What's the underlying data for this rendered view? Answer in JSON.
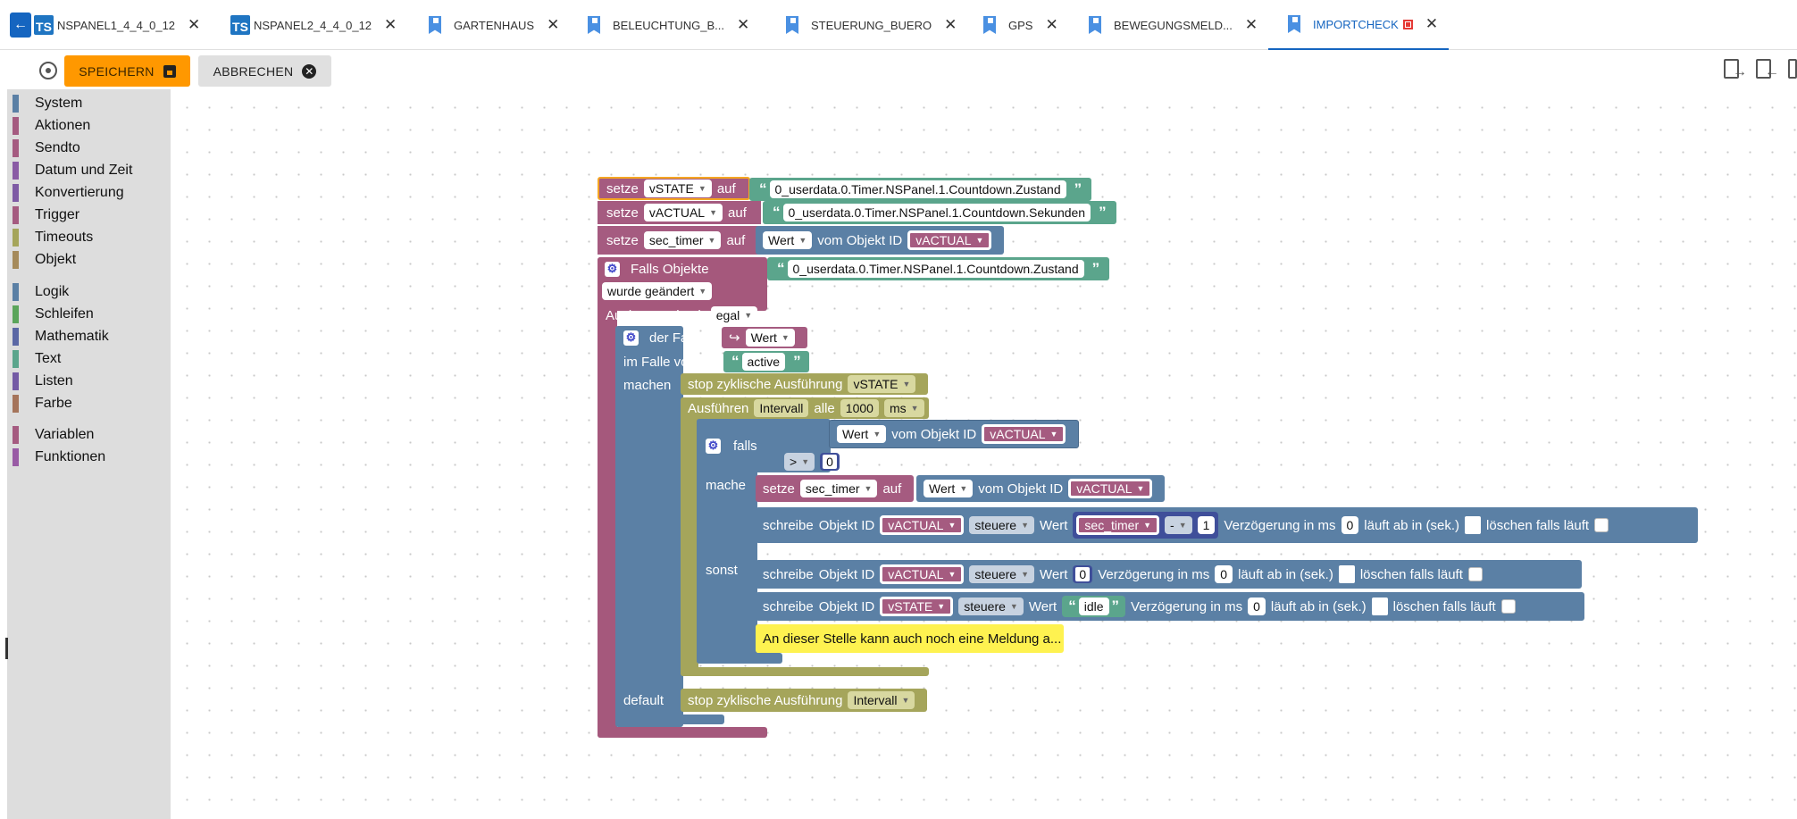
{
  "tabs": [
    {
      "label": "NSPANEL1_4_4_0_12",
      "icon": "ts-icon",
      "active": false
    },
    {
      "label": "NSPANEL2_4_4_0_12",
      "icon": "ts-icon",
      "active": false
    },
    {
      "label": "GARTENHAUS",
      "icon": "blockly-icon",
      "active": false
    },
    {
      "label": "BELEUCHTUNG_B...",
      "icon": "blockly-icon",
      "active": false
    },
    {
      "label": "STEUERUNG_BUERO",
      "icon": "blockly-icon",
      "active": false
    },
    {
      "label": "GPS",
      "icon": "blockly-icon",
      "active": false
    },
    {
      "label": "BEWEGUNGSMELD...",
      "icon": "blockly-icon",
      "active": false
    },
    {
      "label": "IMPORTCHECK",
      "icon": "blockly-icon",
      "active": true
    }
  ],
  "toolbar": {
    "save_label": "SPEICHERN",
    "cancel_label": "ABBRECHEN",
    "accent": "#ff9800"
  },
  "sidebar": {
    "categories": [
      {
        "label": "System",
        "color": "#5b80a5"
      },
      {
        "label": "Aktionen",
        "color": "#a55b80"
      },
      {
        "label": "Sendto",
        "color": "#a55b80"
      },
      {
        "label": "Datum und Zeit",
        "color": "#8a5ba5"
      },
      {
        "label": "Konvertierung",
        "color": "#7e5ba5"
      },
      {
        "label": "Trigger",
        "color": "#a55b80"
      },
      {
        "label": "Timeouts",
        "color": "#a5a55b"
      },
      {
        "label": "Objekt",
        "color": "#a58a5b"
      },
      {
        "label": "Logik",
        "color": "#5b80a5"
      },
      {
        "label": "Schleifen",
        "color": "#5ba55b"
      },
      {
        "label": "Mathematik",
        "color": "#5b67a5"
      },
      {
        "label": "Text",
        "color": "#5ba58c"
      },
      {
        "label": "Listen",
        "color": "#745ba5"
      },
      {
        "label": "Farbe",
        "color": "#a5745b"
      },
      {
        "label": "Variablen",
        "color": "#a55b80"
      },
      {
        "label": "Funktionen",
        "color": "#995ba5"
      }
    ]
  },
  "blocks": {
    "set1": {
      "setze": "setze",
      "var": "vSTATE",
      "auf": "auf",
      "text": "0_userdata.0.Timer.NSPanel.1.Countdown.Zustand"
    },
    "set2": {
      "setze": "setze",
      "var": "vACTUAL",
      "auf": "auf",
      "text": "0_userdata.0.Timer.NSPanel.1.Countdown.Sekunden"
    },
    "set3": {
      "setze": "setze",
      "var": "sec_timer",
      "auf": "auf",
      "wert": "Wert",
      "vom": "vom Objekt ID",
      "obj": "vACTUAL"
    },
    "trigger": {
      "title": "Falls Objekte",
      "text": "0_userdata.0.Timer.NSPanel.1.Countdown.Zustand",
      "changed": "wurde geändert",
      "ausl": "Auslösung durch",
      "egal": "egal"
    },
    "switch": {
      "fall": "der Fall ist",
      "wert": "Wert",
      "im_falle": "im Falle von",
      "active": "active",
      "machen": "machen",
      "default": "default"
    },
    "stop1": {
      "label": "stop zyklische Ausführung",
      "var": "vSTATE"
    },
    "interval": {
      "label": "Ausführen",
      "type": "Intervall",
      "alle": "alle",
      "ms_value": "1000",
      "unit": "ms"
    },
    "if": {
      "falls": "falls",
      "wert": "Wert",
      "vom": "vom Objekt ID",
      "obj": "vACTUAL",
      "op": ">",
      "num": "0",
      "mache": "mache",
      "sonst": "sonst"
    },
    "set4": {
      "setze": "setze",
      "var": "sec_timer",
      "auf": "auf",
      "wert": "Wert",
      "vom": "vom Objekt ID",
      "obj": "vACTUAL"
    },
    "write1": {
      "schreibe": "schreibe",
      "objid": "Objekt ID",
      "obj": "vACTUAL",
      "mode": "steuere",
      "wert": "Wert",
      "var": "sec_timer",
      "op": "-",
      "num": "1",
      "delay": "Verzögerung in ms",
      "delay_val": "0",
      "expire": "läuft ab in (sek.)",
      "clear": "löschen falls läuft"
    },
    "write2": {
      "schreibe": "schreibe",
      "objid": "Objekt ID",
      "obj": "vACTUAL",
      "mode": "steuere",
      "wert": "Wert",
      "num": "0",
      "delay": "Verzögerung in ms",
      "delay_val": "0",
      "expire": "läuft ab in (sek.)",
      "clear": "löschen falls läuft"
    },
    "write3": {
      "schreibe": "schreibe",
      "objid": "Objekt ID",
      "obj": "vSTATE",
      "mode": "steuere",
      "wert": "Wert",
      "text": "idle",
      "delay": "Verzögerung in ms",
      "delay_val": "0",
      "expire": "läuft ab in (sek.)",
      "clear": "löschen falls läuft"
    },
    "comment": {
      "text": "An dieser Stelle kann auch noch eine Meldung a..."
    },
    "stop2": {
      "label": "stop zyklische Ausführung",
      "var": "Intervall"
    }
  }
}
